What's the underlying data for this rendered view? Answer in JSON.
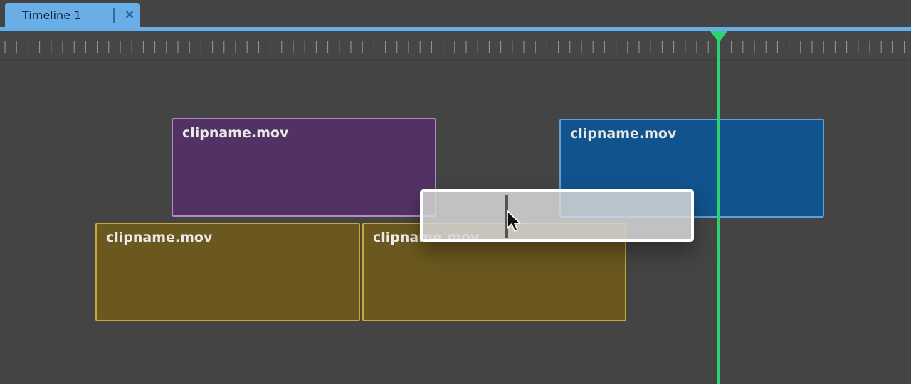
{
  "tabs": [
    {
      "label": "Timeline 1",
      "close_glyph": "×",
      "active": true
    }
  ],
  "clips": [
    {
      "name": "clipname.mov",
      "color": "#523262",
      "track": 1
    },
    {
      "name": "clipname.mov",
      "color": "#11538c",
      "track": 1
    },
    {
      "name": "clipname.mov",
      "color": "#6b581f",
      "track": 2
    },
    {
      "name": "clipname.mov",
      "color": "#6b581f",
      "track": 2
    }
  ],
  "colors": {
    "accent": "#66aee8",
    "playhead": "#2fd270",
    "background": "#444444"
  },
  "icons": {
    "tab_close": "close-icon",
    "playhead": "playhead-marker-icon",
    "cursor": "mouse-pointer-icon"
  }
}
